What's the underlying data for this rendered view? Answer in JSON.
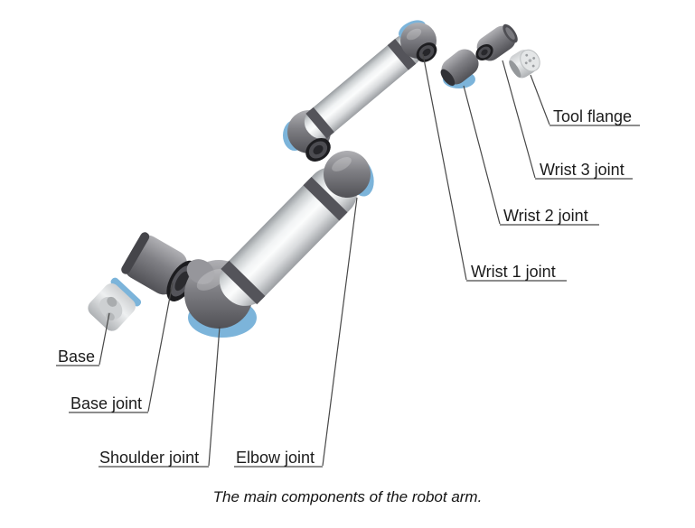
{
  "figure": {
    "caption": "The main components of the robot arm.",
    "background": "#ffffff",
    "labels": [
      {
        "id": "base",
        "text": "Base"
      },
      {
        "id": "base-joint",
        "text": "Base joint"
      },
      {
        "id": "shoulder-joint",
        "text": "Shoulder joint"
      },
      {
        "id": "elbow-joint",
        "text": "Elbow joint"
      },
      {
        "id": "wrist-1-joint",
        "text": "Wrist 1 joint"
      },
      {
        "id": "wrist-2-joint",
        "text": "Wrist 2 joint"
      },
      {
        "id": "wrist-3-joint",
        "text": "Wrist 3 joint"
      },
      {
        "id": "tool-flange",
        "text": "Tool flange"
      }
    ],
    "colors": {
      "accent_blue": "#7cb4da",
      "metal_gray": "#85858a",
      "metal_dark": "#2b2b2f",
      "tube_silver": "#eff1f2",
      "leader_line": "#474747",
      "text": "#1b1b1b"
    }
  }
}
